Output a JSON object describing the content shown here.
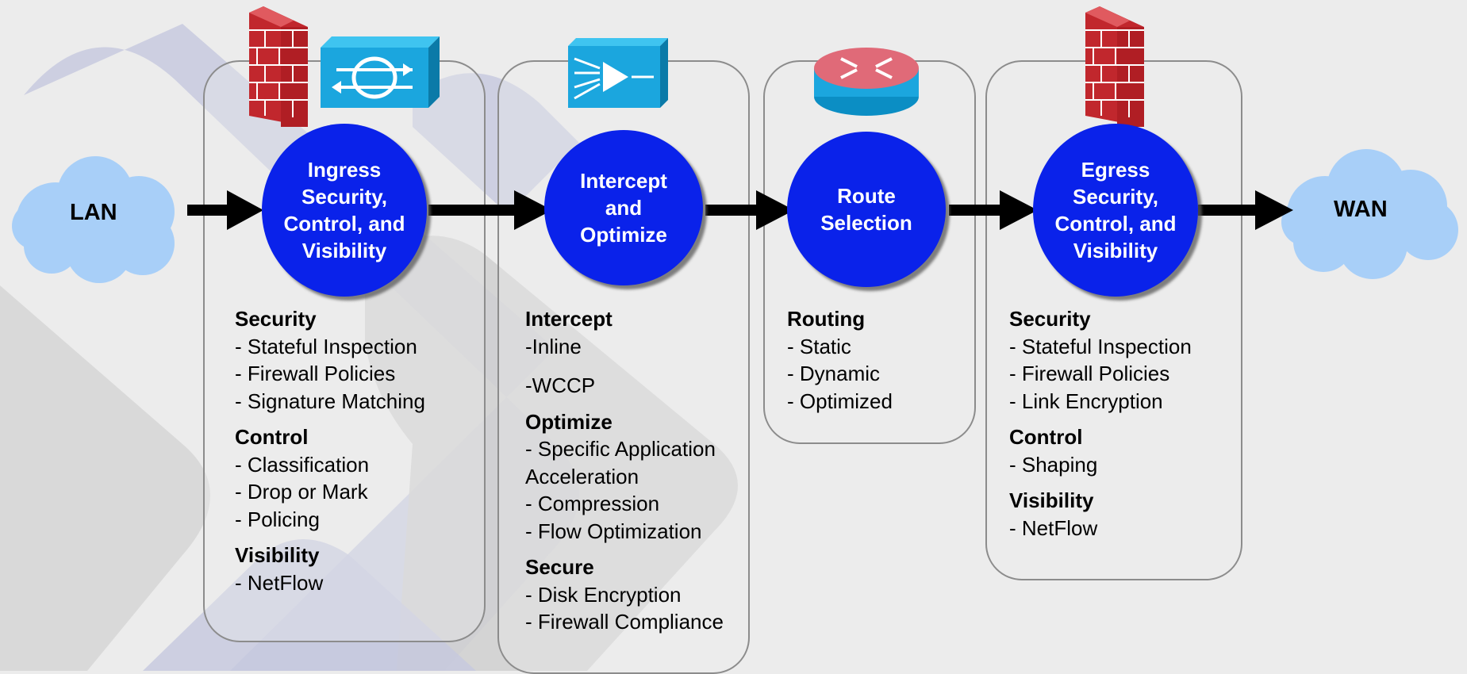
{
  "colors": {
    "background": "#ececec",
    "stage_circle": "#0a22ea",
    "cloud": "#a8cff8",
    "panel_border": "#8c8c8c"
  },
  "endpoints": {
    "lan": "LAN",
    "wan": "WAN"
  },
  "stages": [
    {
      "title": "Ingress\nSecurity,\nControl, and\nVisibility",
      "icons": [
        "firewall-icon",
        "switch-icon"
      ],
      "sections": [
        {
          "heading": "Security",
          "items": [
            "- Stateful Inspection",
            "- Firewall Policies",
            "- Signature Matching"
          ]
        },
        {
          "heading": "Control",
          "items": [
            "- Classification",
            "- Drop or Mark",
            "- Policing"
          ]
        },
        {
          "heading": "Visibility",
          "items": [
            "- NetFlow"
          ]
        }
      ]
    },
    {
      "title": "Intercept\nand\nOptimize",
      "icons": [
        "wan-optimizer-icon"
      ],
      "sections": [
        {
          "heading": "Intercept",
          "items": [
            "-Inline",
            "-WCCP"
          ]
        },
        {
          "heading": "Optimize",
          "items": [
            "- Specific Application",
            "Acceleration",
            "- Compression",
            "- Flow Optimization"
          ]
        },
        {
          "heading": "Secure",
          "items": [
            "- Disk Encryption",
            "- Firewall Compliance"
          ]
        }
      ]
    },
    {
      "title": "Route\nSelection",
      "icons": [
        "router-icon"
      ],
      "sections": [
        {
          "heading": "Routing",
          "items": [
            "- Static",
            "- Dynamic",
            "- Optimized"
          ]
        }
      ]
    },
    {
      "title": "Egress\nSecurity,\nControl, and\nVisibility",
      "icons": [
        "firewall-icon"
      ],
      "sections": [
        {
          "heading": "Security",
          "items": [
            "- Stateful Inspection",
            "- Firewall Policies",
            "- Link Encryption"
          ]
        },
        {
          "heading": "Control",
          "items": [
            "- Shaping"
          ]
        },
        {
          "heading": "Visibility",
          "items": [
            "- NetFlow"
          ]
        }
      ]
    }
  ]
}
